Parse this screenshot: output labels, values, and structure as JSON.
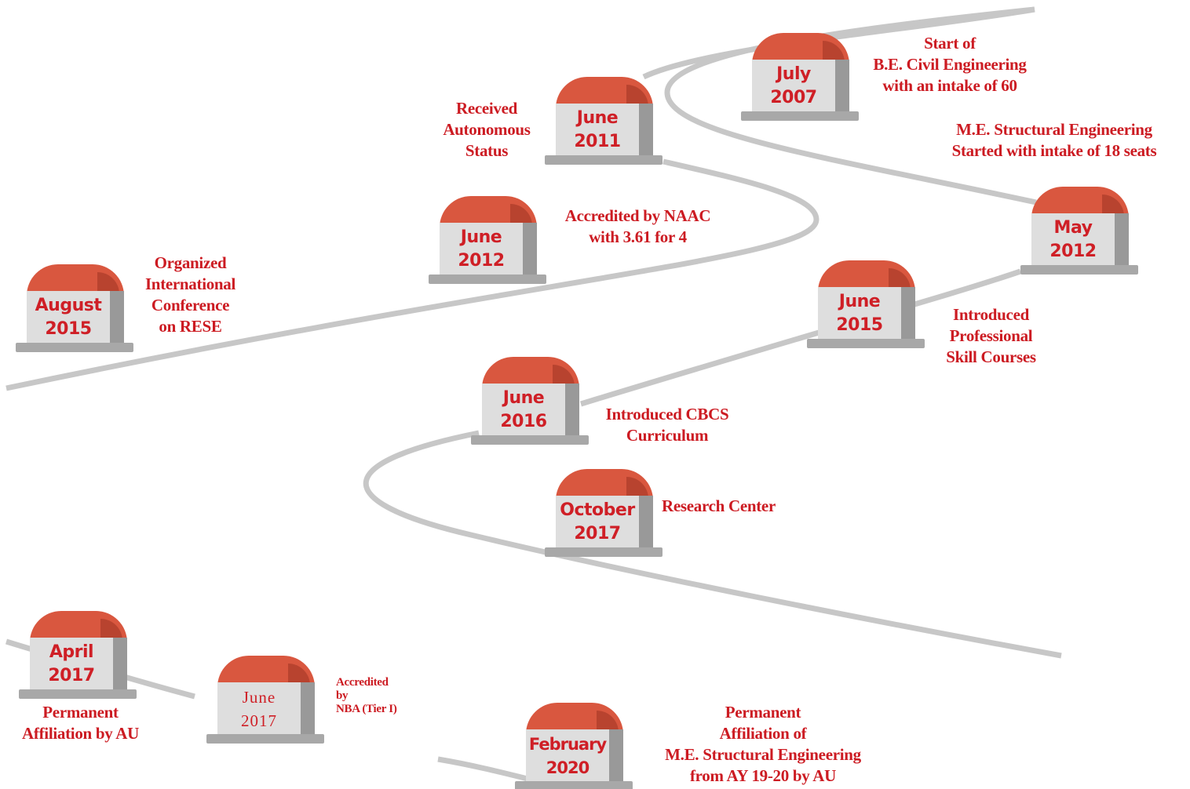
{
  "colors": {
    "text_red": "#cc1b22",
    "cap_red": "#d9573f",
    "stone_face": "#dedede",
    "road_gray": "#c7c7c7"
  },
  "milestones": {
    "july_2007": {
      "line1": "July",
      "line2": "2007"
    },
    "june_2011": {
      "line1": "June",
      "line2": "2011"
    },
    "june_2012": {
      "line1": "June",
      "line2": "2012"
    },
    "may_2012": {
      "line1": "May",
      "line2": "2012"
    },
    "august_2015": {
      "line1": "August",
      "line2": "2015"
    },
    "june_2015": {
      "line1": "June",
      "line2": "2015"
    },
    "june_2016": {
      "line1": "June",
      "line2": "2016"
    },
    "october_2017": {
      "line1": "October",
      "line2": "2017"
    },
    "april_2017": {
      "line1": "April",
      "line2": "2017"
    },
    "june_2017": {
      "line1": "June",
      "line2": "2017"
    },
    "february_2020": {
      "line1": "February",
      "line2": "2020"
    }
  },
  "captions": {
    "july_2007": [
      "Start of",
      "B.E. Civil Engineering",
      "with an intake of 60"
    ],
    "june_2011": [
      "Received",
      "Autonomous",
      "Status"
    ],
    "may_2012": [
      "M.E. Structural Engineering",
      "Started with intake of 18 seats"
    ],
    "june_2012": [
      "Accredited by NAAC",
      "with 3.61 for 4"
    ],
    "august_2015": [
      "Organized",
      "International",
      "Conference",
      "on RESE"
    ],
    "june_2015": [
      "Introduced",
      "Professional",
      "Skill Courses"
    ],
    "june_2016": [
      "Introduced CBCS",
      "Curriculum"
    ],
    "october_2017": [
      "Research Center"
    ],
    "april_2017": [
      "Permanent",
      "Affiliation by AU"
    ],
    "june_2017": [
      "Accredited",
      "by",
      "NBA (Tier I)"
    ],
    "february_2020": [
      "Permanent",
      "Affiliation of",
      "M.E. Structural Engineering",
      "from AY 19-20 by AU"
    ]
  }
}
